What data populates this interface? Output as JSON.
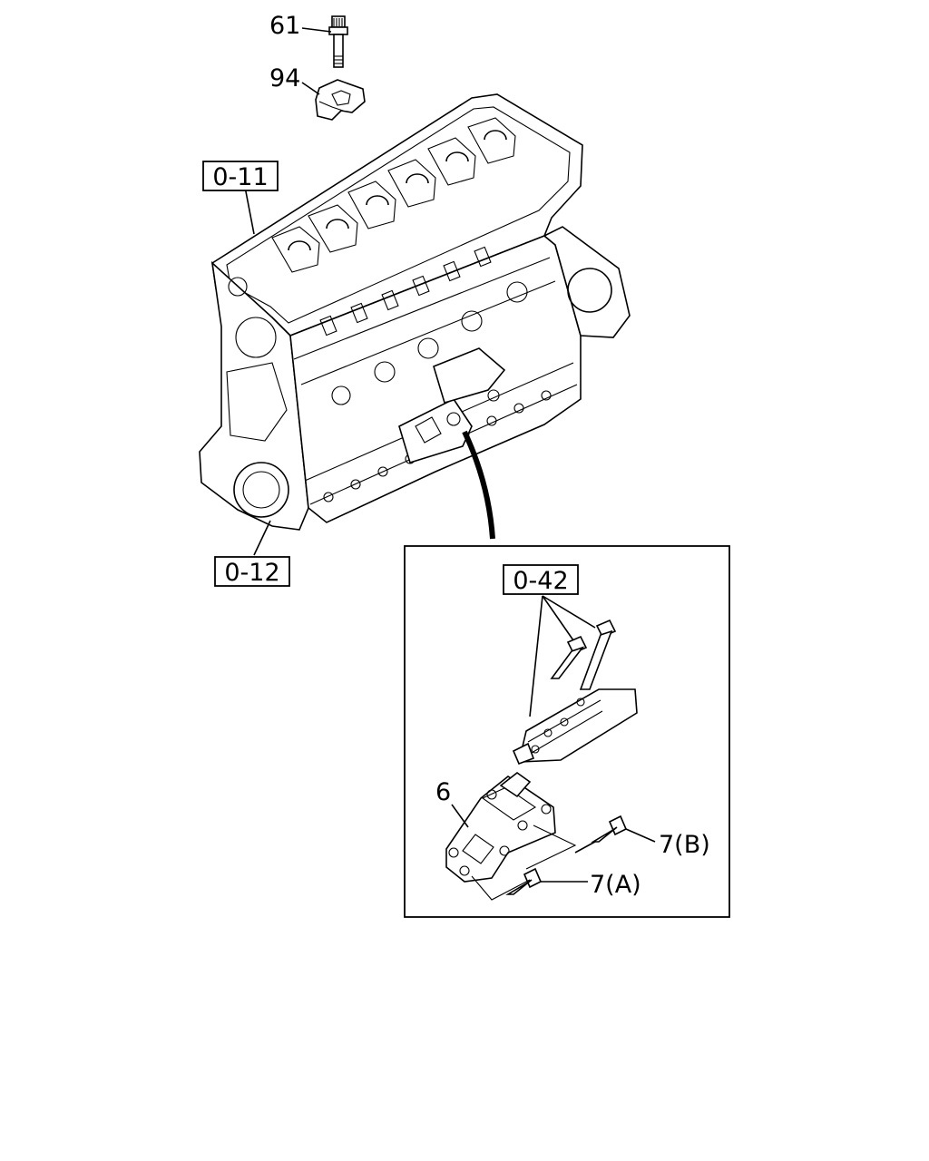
{
  "labels": {
    "part_61": "61",
    "part_94": "94",
    "part_6": "6",
    "part_7a": "7(A)",
    "part_7b": "7(B)"
  },
  "references": {
    "ref_0_11": "0-11",
    "ref_0_12": "0-12",
    "ref_0_42": "0-42"
  },
  "colors": {
    "line": "#000000",
    "background": "#ffffff"
  }
}
